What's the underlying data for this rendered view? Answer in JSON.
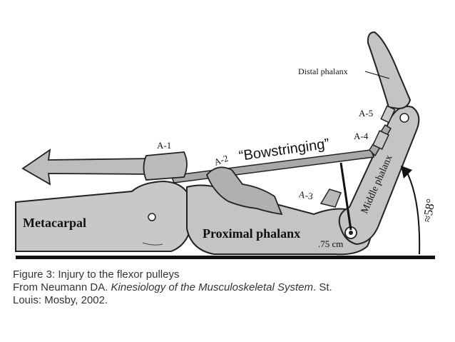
{
  "diagram": {
    "labels": {
      "distal_phalanx": "Distal phalanx",
      "bowstringing": "“Bowstringing”",
      "a1": "A-1",
      "a2": "A-2",
      "a3": "A-3",
      "a4": "A-4",
      "a5": "A-5",
      "middle_phalanx": "Middle phalanx",
      "metacarpal": "Metacarpal",
      "proximal_phalanx": "Proximal phalanx",
      "moment_arm": ".75 cm",
      "angle": "≈58°"
    }
  },
  "caption": {
    "line1": "Figure 3: Injury to the flexor pulleys",
    "line2_prefix": "From Neumann DA. ",
    "line2_title": "Kinesiology of the Musculoskeletal System",
    "line2_suffix": ". St.",
    "line3": "Louis: Mosby, 2002."
  }
}
